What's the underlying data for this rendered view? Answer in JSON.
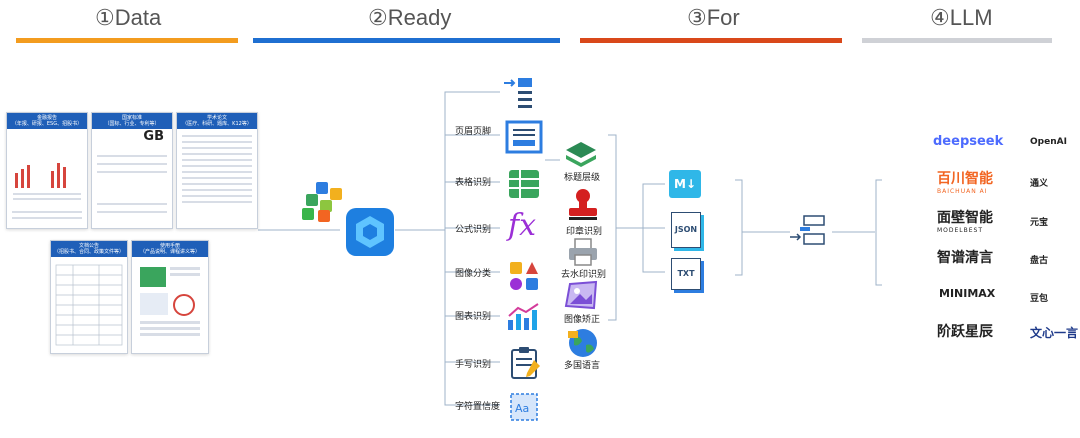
{
  "stages": [
    {
      "label": "①Data",
      "color": "#f39c1f"
    },
    {
      "label": "②Ready",
      "color": "#1f6fd1"
    },
    {
      "label": "③For",
      "color": "#d9481a"
    },
    {
      "label": "④LLM",
      "color": "#cfd1d6"
    }
  ],
  "documents": [
    {
      "title": "金融报告",
      "subtitle": "（年报、研报、ESG、招股书）"
    },
    {
      "title": "国家标准",
      "subtitle": "（国标、行业、专利等）",
      "logo": "GB"
    },
    {
      "title": "学术论文",
      "subtitle": "（医疗、科研、题库、K12等）"
    },
    {
      "title": "文档公告",
      "subtitle": "（招股书、合同、政策文件等）"
    },
    {
      "title": "使用手册",
      "subtitle": "（产品说明、课程讲义等）"
    }
  ],
  "capabilities": [
    {
      "label": "页眉页脚",
      "icon": "header-footer-icon"
    },
    {
      "label": "表格识别",
      "icon": "table-icon"
    },
    {
      "label": "公式识别",
      "icon": "formula-icon"
    },
    {
      "label": "图像分类",
      "icon": "image-classify-icon"
    },
    {
      "label": "图表识别",
      "icon": "chart-icon"
    },
    {
      "label": "手写识别",
      "icon": "handwriting-icon"
    },
    {
      "label": "字符置信度",
      "icon": "char-confidence-icon"
    }
  ],
  "features": [
    {
      "label": "标题层级",
      "icon": "layers-icon"
    },
    {
      "label": "印章识别",
      "icon": "stamp-icon"
    },
    {
      "label": "去水印识别",
      "icon": "printer-icon"
    },
    {
      "label": "图像矫正",
      "icon": "image-correct-icon"
    },
    {
      "label": "多国语言",
      "icon": "globe-icon"
    }
  ],
  "outputs": [
    {
      "label": "M↓",
      "icon": "markdown-icon"
    },
    {
      "label": "JSON",
      "icon": "json-icon"
    },
    {
      "label": "TXT",
      "icon": "txt-icon"
    }
  ],
  "llm_left": [
    {
      "label": "deepseek",
      "color": "#4d6bfe"
    },
    {
      "label": "百川智能",
      "sub": "BAICHUAN AI",
      "color": "#f26522"
    },
    {
      "label": "面壁智能",
      "sub": "MODELBEST",
      "color": "#222222"
    },
    {
      "label": "智谱清言",
      "color": "#222222"
    },
    {
      "label": "MINIMAX",
      "color": "#222222"
    },
    {
      "label": "阶跃星辰",
      "color": "#222222"
    }
  ],
  "llm_right": [
    {
      "label": "OpenAI"
    },
    {
      "label": "通义"
    },
    {
      "label": "元宝"
    },
    {
      "label": "盘古"
    },
    {
      "label": "豆包"
    },
    {
      "label": "文心一言"
    }
  ]
}
